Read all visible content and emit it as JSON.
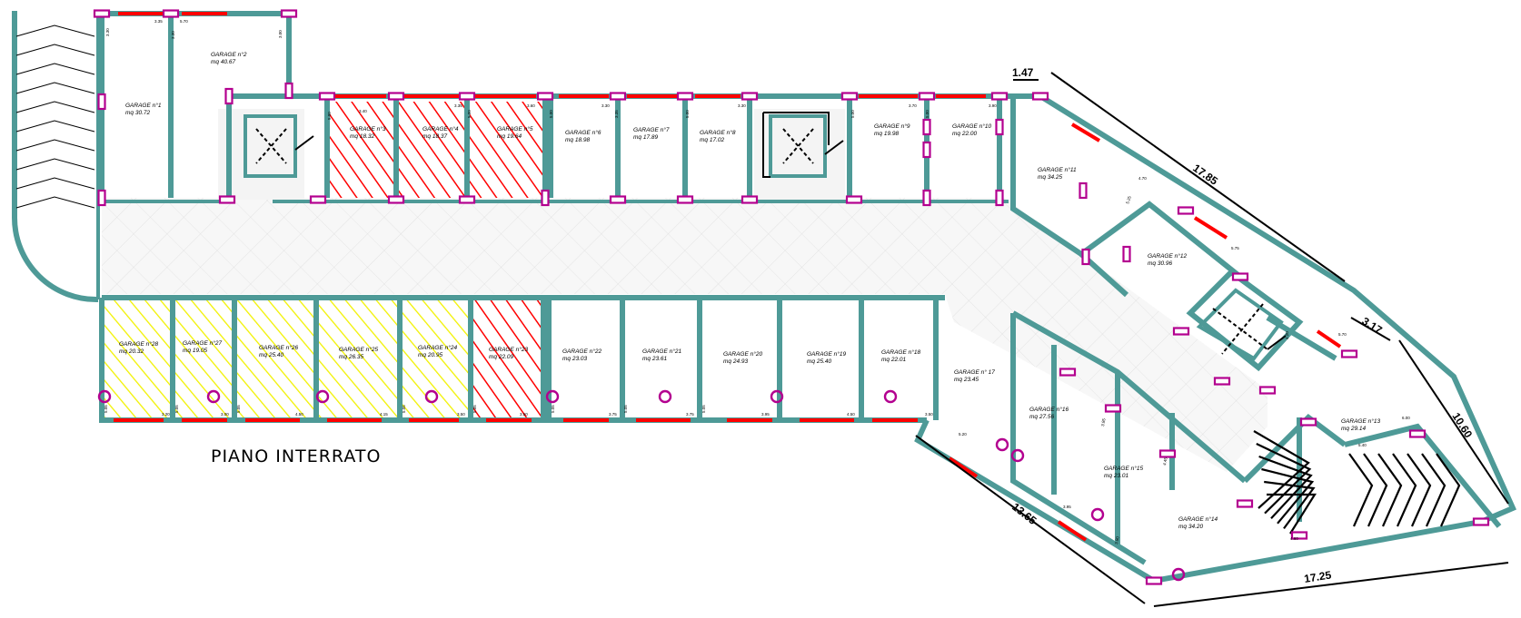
{
  "title": "PIANO INTERRATO",
  "colors": {
    "wall": "#4e9a97",
    "window": "#ff0000",
    "pillar": "#b3008f",
    "hatch_yellow": "#ffff00",
    "hatch_red": "#ff0000"
  },
  "garages": [
    {
      "id": "g1",
      "name": "GARAGE n°1",
      "area": "mq 30.72",
      "hatch": "none"
    },
    {
      "id": "g2",
      "name": "GARAGE n°2",
      "area": "mq 40.67",
      "hatch": "none"
    },
    {
      "id": "g3",
      "name": "GARAGE n°3",
      "area": "mq 18.32",
      "hatch": "red"
    },
    {
      "id": "g4",
      "name": "GARAGE n°4",
      "area": "mq 18.37",
      "hatch": "red"
    },
    {
      "id": "g5",
      "name": "GARAGE n°5",
      "area": "mq 19.64",
      "hatch": "red"
    },
    {
      "id": "g6",
      "name": "GARAGE n°6",
      "area": "mq 18.98",
      "hatch": "none"
    },
    {
      "id": "g7",
      "name": "GARAGE n°7",
      "area": "mq 17.89",
      "hatch": "none"
    },
    {
      "id": "g8",
      "name": "GARAGE n°8",
      "area": "mq 17.02",
      "hatch": "none"
    },
    {
      "id": "g9",
      "name": "GARAGE n°9",
      "area": "mq 19.98",
      "hatch": "none"
    },
    {
      "id": "g10",
      "name": "GARAGE n°10",
      "area": "mq 22.00",
      "hatch": "none"
    },
    {
      "id": "g11",
      "name": "GARAGE n°11",
      "area": "mq 34.25",
      "hatch": "none"
    },
    {
      "id": "g12",
      "name": "GARAGE n°12",
      "area": "mq 30.96",
      "hatch": "none"
    },
    {
      "id": "g13",
      "name": "GARAGE n°13",
      "area": "mq 29.14",
      "hatch": "none"
    },
    {
      "id": "g14",
      "name": "GARAGE n°14",
      "area": "mq 34.20",
      "hatch": "none"
    },
    {
      "id": "g15",
      "name": "GARAGE n°15",
      "area": "mq 23.01",
      "hatch": "none"
    },
    {
      "id": "g16",
      "name": "GARAGE n°16",
      "area": "mq 27.56",
      "hatch": "none"
    },
    {
      "id": "g17",
      "name": "GARAGE n° 17",
      "area": "mq 23.45",
      "hatch": "none"
    },
    {
      "id": "g18",
      "name": "GARAGE n°18",
      "area": "mq 22.01",
      "hatch": "none"
    },
    {
      "id": "g19",
      "name": "GARAGE n°19",
      "area": "mq 25.40",
      "hatch": "none"
    },
    {
      "id": "g20",
      "name": "GARAGE n°20",
      "area": "mq 24.93",
      "hatch": "none"
    },
    {
      "id": "g21",
      "name": "GARAGE n°21",
      "area": "mq 23.61",
      "hatch": "none"
    },
    {
      "id": "g22",
      "name": "GARAGE n°22",
      "area": "mq 23.03",
      "hatch": "none"
    },
    {
      "id": "g23",
      "name": "GARAGE n°23",
      "area": "mq 22.09",
      "hatch": "red"
    },
    {
      "id": "g24",
      "name": "GARAGE n°24",
      "area": "mq 20.95",
      "hatch": "yellow"
    },
    {
      "id": "g25",
      "name": "GARAGE n°25",
      "area": "mq 26.35",
      "hatch": "yellow"
    },
    {
      "id": "g26",
      "name": "GARAGE n°26",
      "area": "mq 25.40",
      "hatch": "yellow"
    },
    {
      "id": "g27",
      "name": "GARAGE n°27",
      "area": "mq 19.05",
      "hatch": "yellow"
    },
    {
      "id": "g28",
      "name": "GARAGE n°28",
      "area": "mq 20.32",
      "hatch": "yellow"
    }
  ],
  "dimensions": {
    "d_147": "1.47",
    "d_1785": "17.85",
    "d_317": "3.17",
    "d_1060": "10.60",
    "d_1725": "17.25",
    "d_1365": "13.65"
  },
  "small_dims": {
    "top_335": "3.35",
    "top_570": "5.70",
    "g1_h": "3.30",
    "g2_h": "3.30",
    "g2_v": "3.00",
    "g3_w": "3.40",
    "g3_h": "5.00",
    "g4_w": "3.35",
    "g5_w": "3.60",
    "g5_h": "5.00",
    "g6_w": "3.30",
    "g6_h": "5.00",
    "g7_w": "3.35",
    "g8_w": "3.30",
    "g8_h": "5.00",
    "g9_w": "3.70",
    "g9_h": "5.00",
    "g10_w": "3.90",
    "g10_h": "5.00",
    "b_g28_w": "3.20",
    "b_g27_w": "3.00",
    "b_g26_w": "4.50",
    "b_g25_w": "4.15",
    "b_g24_w": "3.50",
    "b_g23_w": "3.50",
    "b_g22_w": "3.75",
    "b_g21_w": "3.75",
    "b_g20_w": "3.95",
    "b_g19_w": "4.50",
    "b_g18_w": "3.50",
    "b_h_a": "5.05",
    "b_h_b": "5.05",
    "b_h_c": "5.05",
    "b_h_d": "5.05",
    "b_h_e": "5.05",
    "b_h_f": "5.05",
    "b_h_g": "5.05",
    "b_h_h": "5.05",
    "r_470": "4.70",
    "r_525": "5.25",
    "r_575": "5.75",
    "r_570": "5.70",
    "r_600": "6.00",
    "r_540": "5.40",
    "r_420": "4.20",
    "r_445": "4.45",
    "r_385": "3.85",
    "r_520": "5.20",
    "r_395": "3.95",
    "r_380": "3.80",
    "r_460": "4.60"
  }
}
